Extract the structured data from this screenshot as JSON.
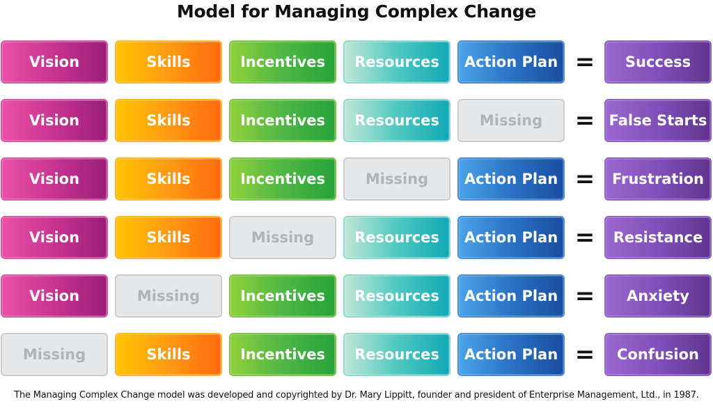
{
  "title": "Model for Managing Complex Change",
  "equals": "=",
  "rows": [
    {
      "cells": [
        "Vision",
        "Skills",
        "Incentives",
        "Resources",
        "Action Plan"
      ],
      "result": "Success"
    },
    {
      "cells": [
        "Vision",
        "Skills",
        "Incentives",
        "Resources",
        "Missing"
      ],
      "result": "False Starts"
    },
    {
      "cells": [
        "Vision",
        "Skills",
        "Incentives",
        "Missing",
        "Action Plan"
      ],
      "result": "Frustration"
    },
    {
      "cells": [
        "Vision",
        "Skills",
        "Missing",
        "Resources",
        "Action Plan"
      ],
      "result": "Resistance"
    },
    {
      "cells": [
        "Vision",
        "Missing",
        "Incentives",
        "Resources",
        "Action Plan"
      ],
      "result": "Anxiety"
    },
    {
      "cells": [
        "Missing",
        "Skills",
        "Incentives",
        "Resources",
        "Action Plan"
      ],
      "result": "Confusion"
    }
  ],
  "footer": "The Managing Complex Change model was developed and copyrighted by Dr. Mary Lippitt, founder and president of Enterprise Management, Ltd., in 1987."
}
